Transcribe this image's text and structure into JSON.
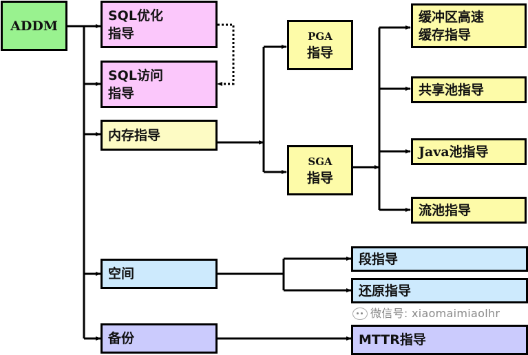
{
  "diagram": {
    "root": {
      "label": "ADDM"
    },
    "nodes": {
      "sql_tuning": {
        "line1": "SQL优化",
        "line2": "指导"
      },
      "sql_access": {
        "line1": "SQL访问",
        "line2": "指导"
      },
      "memory": {
        "line1": "内存指导"
      },
      "pga": {
        "line1": "PGA",
        "line2": "指导"
      },
      "sga": {
        "line1": "SGA",
        "line2": "指导"
      },
      "buffer_cache": {
        "line1": "缓冲区高速",
        "line2": "缓存指导"
      },
      "shared_pool": {
        "line1": "共享池指导"
      },
      "java_pool": {
        "line1": "Java池指导"
      },
      "streams_pool": {
        "line1": "流池指导"
      },
      "space": {
        "line1": "空间"
      },
      "segment": {
        "line1": "段指导"
      },
      "undo": {
        "line1": "还原指导"
      },
      "backup": {
        "line1": "备份"
      },
      "mttr": {
        "line1": "MTTR指导"
      }
    },
    "edges": [
      {
        "from": "ADDM",
        "to": "SQL优化指导",
        "style": "solid"
      },
      {
        "from": "ADDM",
        "to": "SQL访问指导",
        "style": "solid"
      },
      {
        "from": "ADDM",
        "to": "内存指导",
        "style": "solid"
      },
      {
        "from": "ADDM",
        "to": "空间",
        "style": "solid"
      },
      {
        "from": "ADDM",
        "to": "备份",
        "style": "solid"
      },
      {
        "from": "SQL优化指导",
        "to": "SQL访问指导",
        "style": "dotted-bidirectional"
      },
      {
        "from": "内存指导",
        "to": "PGA指导",
        "style": "solid"
      },
      {
        "from": "内存指导",
        "to": "SGA指导",
        "style": "solid"
      },
      {
        "from": "SGA指导",
        "to": "缓冲区高速缓存指导",
        "style": "solid"
      },
      {
        "from": "SGA指导",
        "to": "共享池指导",
        "style": "solid"
      },
      {
        "from": "SGA指导",
        "to": "Java池指导",
        "style": "solid"
      },
      {
        "from": "SGA指导",
        "to": "流池指导",
        "style": "solid"
      },
      {
        "from": "空间",
        "to": "段指导",
        "style": "solid"
      },
      {
        "from": "空间",
        "to": "还原指导",
        "style": "solid"
      },
      {
        "from": "备份",
        "to": "MTTR指导",
        "style": "solid"
      }
    ],
    "colors": {
      "root": "#99f28f",
      "sql": "#fbc7fb",
      "memory": "#fdfbc4",
      "memory_children": "#fdfba8",
      "space": "#cdeafd",
      "backup": "#cbcbfd"
    }
  },
  "watermark": {
    "text": "微信号: xiaomaimiaolhr"
  }
}
